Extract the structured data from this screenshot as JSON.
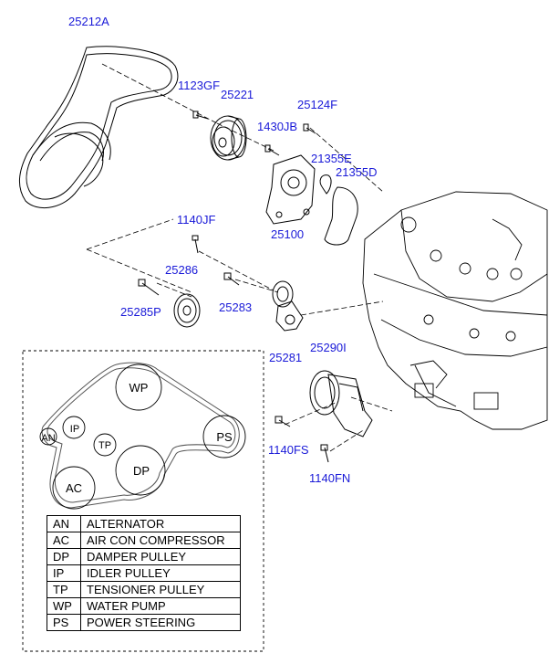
{
  "colors": {
    "label": "#1a1ad8",
    "line": "#000000"
  },
  "parts": {
    "p25212A": "25212A",
    "p1123GF": "1123GF",
    "p25221": "25221",
    "p25124F": "25124F",
    "p1430JB": "1430JB",
    "p21355E": "21355E",
    "p21355D": "21355D",
    "p25100": "25100",
    "p1140JF": "1140JF",
    "p25286": "25286",
    "p25285P": "25285P",
    "p25283": "25283",
    "p25281": "25281",
    "p25290I": "25290I",
    "p1140FS": "1140FS",
    "p1140FN": "1140FN"
  },
  "routing": {
    "wp": "WP",
    "an": "AN",
    "ip": "IP",
    "ps": "PS",
    "tp": "TP",
    "dp": "DP",
    "ac": "AC"
  },
  "legend": [
    {
      "code": "AN",
      "name": "ALTERNATOR"
    },
    {
      "code": "AC",
      "name": "AIR CON COMPRESSOR"
    },
    {
      "code": "DP",
      "name": "DAMPER PULLEY"
    },
    {
      "code": "IP",
      "name": "IDLER PULLEY"
    },
    {
      "code": "TP",
      "name": "TENSIONER PULLEY"
    },
    {
      "code": "WP",
      "name": "WATER PUMP"
    },
    {
      "code": "PS",
      "name": "POWER STEERING"
    }
  ]
}
